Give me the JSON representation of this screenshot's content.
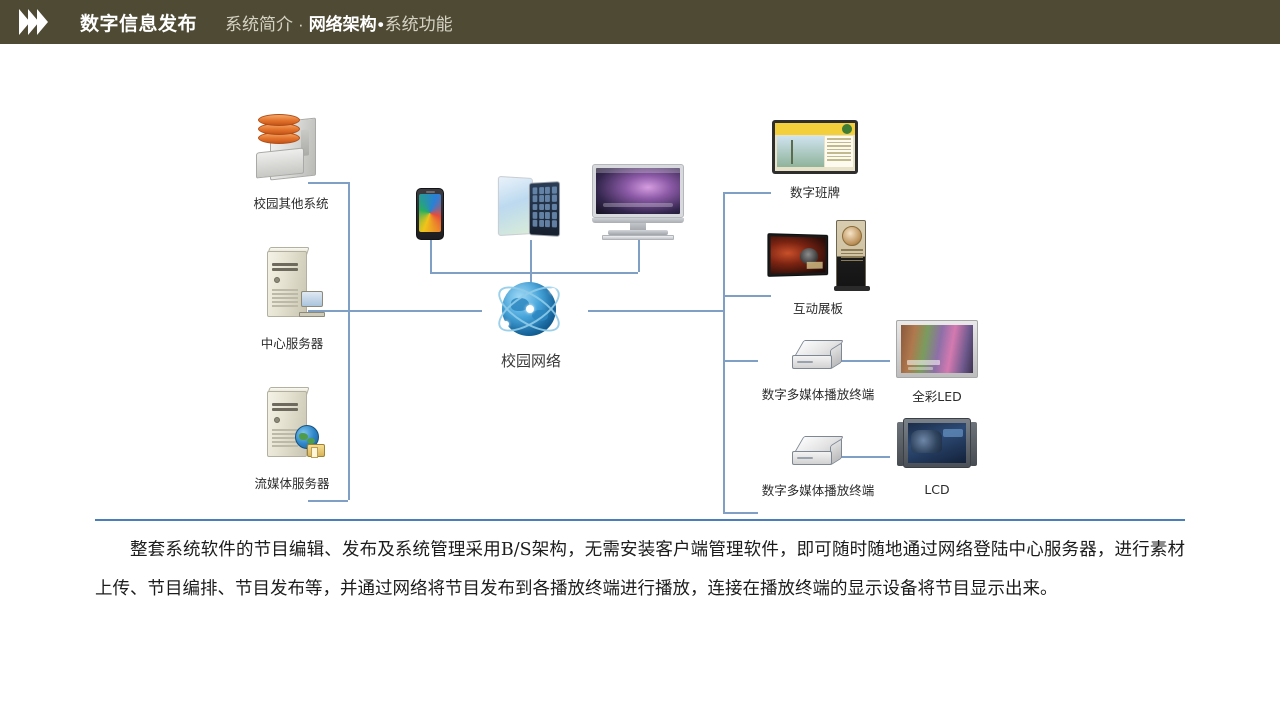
{
  "header": {
    "logo_icon": "triple-chevron-icon",
    "title": "数字信息发布",
    "nav": {
      "item1": "系统简介",
      "separator1": "·",
      "active": "网络架构",
      "separator2": "•",
      "item3": "系统功能"
    },
    "bg_color": "#4e4a34"
  },
  "diagram": {
    "connector_color": "#7f9fc4",
    "sources": [
      {
        "label": "校园其他系统",
        "icon": "database-server-icon"
      },
      {
        "label": "中心服务器",
        "icon": "tower-server-monitor-icon"
      },
      {
        "label": "流媒体服务器",
        "icon": "tower-server-globe-icon"
      }
    ],
    "clients": [
      {
        "label": "",
        "icon": "smartphone-icon"
      },
      {
        "label": "",
        "icon": "tablet-pair-icon"
      },
      {
        "label": "",
        "icon": "imac-desktop-icon"
      }
    ],
    "center": {
      "label": "校园网络",
      "icon": "globe-network-icon"
    },
    "terminals": [
      {
        "label": "数字班牌",
        "icon": "digital-class-board-icon"
      },
      {
        "label": "互动展板",
        "icon": "interactive-display-board-icon"
      },
      {
        "label": "数字多媒体播放终端",
        "icon": "media-player-box-icon"
      },
      {
        "label": "数字多媒体播放终端",
        "icon": "media-player-box-icon"
      }
    ],
    "displays": [
      {
        "label": "全彩LED",
        "icon": "led-panel-icon"
      },
      {
        "label": "LCD",
        "icon": "lcd-panel-icon"
      }
    ]
  },
  "content": {
    "paragraph": "整套系统软件的节目编辑、发布及系统管理采用B/S架构，无需安装客户端管理软件，即可随时随地通过网络登陆中心服务器，进行素材上传、节目编排、节目发布等，并通过网络将节目发布到各播放终端进行播放，连接在播放终端的显示设备将节目显示出来。",
    "rule_color": "#4a7ebb"
  }
}
